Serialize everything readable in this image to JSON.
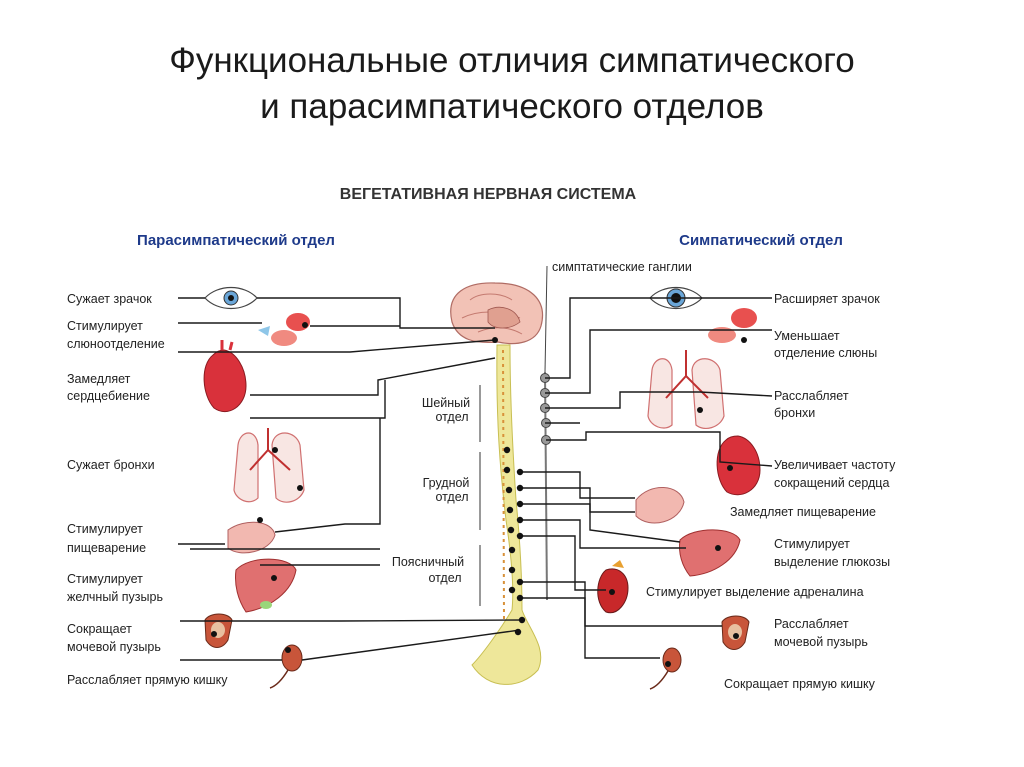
{
  "slide": {
    "title_line1": "Функциональные отличия симпатического",
    "title_line2": "и парасимпатического отделов"
  },
  "diagram": {
    "header": "ВЕГЕТАТИВНАЯ НЕРВНАЯ СИСТЕМА",
    "parasympathetic": {
      "title": "Парасимпатический отдел",
      "effects": [
        [
          "Сужает зрачок"
        ],
        [
          "Стимулирует",
          "слюноотделение"
        ],
        [
          "Замедляет",
          "сердцебиение"
        ],
        [
          "Сужает бронхи"
        ],
        [
          "Стимулирует",
          "пищеварение"
        ],
        [
          "Стимулирует",
          "желчный пузырь"
        ],
        [
          "Сокращает",
          "мочевой пузырь"
        ],
        [
          "Расслабляет прямую кишку"
        ]
      ]
    },
    "sympathetic": {
      "title": "Симпатический отдел",
      "effects": [
        [
          "Расширяет зрачок"
        ],
        [
          "Уменьшает",
          "отделение слюны"
        ],
        [
          "Расслабляет",
          "бронхи"
        ],
        [
          "Увеличивает частоту",
          "сокращений сердца"
        ],
        [
          "Замедляет пищеварение"
        ],
        [
          "Стимулирует",
          "выделение глюкозы"
        ],
        [
          "Стимулирует выделение адреналина"
        ],
        [
          "Расслабляет",
          "мочевой пузырь"
        ],
        [
          "Сокращает прямую кишку"
        ]
      ]
    },
    "spine": {
      "ganglia_label": "симптатические ганглии",
      "regions": [
        [
          "Шейный",
          "отдел"
        ],
        [
          "Грудной",
          "отдел"
        ],
        [
          "Поясничный",
          "отдел"
        ]
      ]
    },
    "colors": {
      "organ_red": "#d9313b",
      "organ_pink": "#f0a8a2",
      "spine_yellow": "#e9e27a",
      "brain_pink": "#f2c2b6",
      "parasympathetic_title": "#1e3a8a"
    }
  }
}
